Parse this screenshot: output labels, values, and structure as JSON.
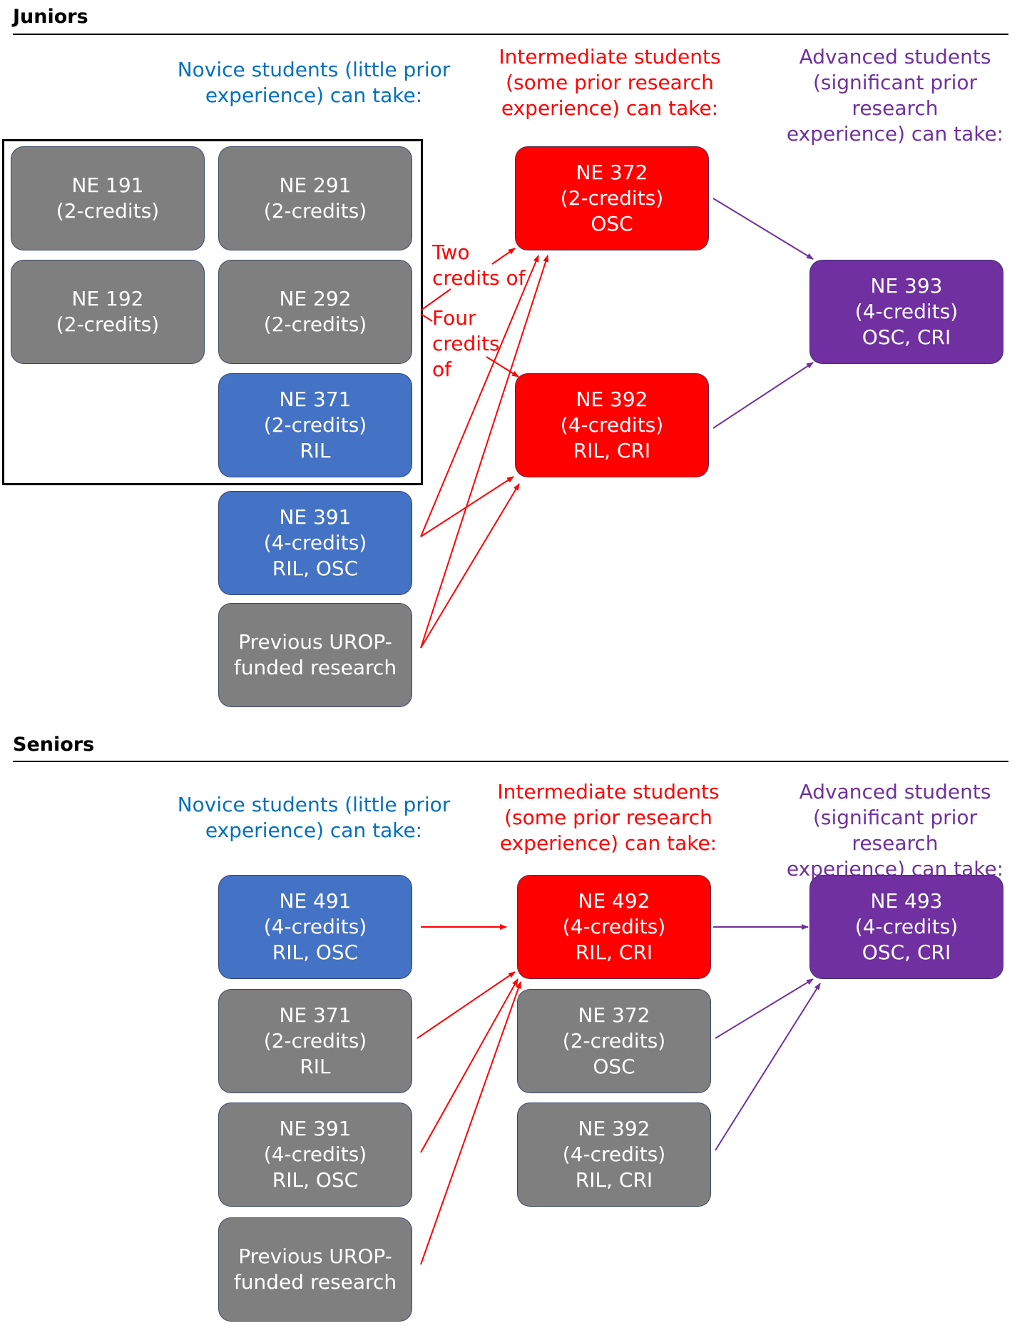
{
  "colors": {
    "novice": "#0070c0",
    "intermediate": "#ff0000",
    "advanced": "#7030a0",
    "box_gray": "#7f7f7f",
    "box_blue": "#4472c4",
    "box_red": "#ff0000",
    "box_purple": "#7030a0"
  },
  "juniors": {
    "title": "Juniors",
    "headers": {
      "novice": "Novice students (little prior\nexperience) can take:",
      "intermediate": "Intermediate students\n(some prior research\nexperience) can take:",
      "advanced": "Advanced students\n(significant prior research\nexperience) can take:"
    },
    "boxes": {
      "ne191": "NE 191\n(2-credits)",
      "ne291": "NE 291\n(2-credits)",
      "ne192": "NE 192\n(2-credits)",
      "ne292": "NE 292\n(2-credits)",
      "ne371": "NE 371\n(2-credits)\nRIL",
      "ne391": "NE 391\n(4-credits)\nRIL, OSC",
      "urop": "Previous UROP-\nfunded research",
      "ne372": "NE 372\n(2-credits)\nOSC",
      "ne392": "NE 392\n(4-credits)\nRIL, CRI",
      "ne393": "NE 393\n(4-credits)\nOSC, CRI"
    },
    "notes": {
      "two_credits": "Two\ncredits of",
      "four_credits": "Four\ncredits\nof"
    }
  },
  "seniors": {
    "title": "Seniors",
    "headers": {
      "novice": "Novice students (little prior\nexperience) can take:",
      "intermediate": "Intermediate students\n(some prior research\nexperience) can take:",
      "advanced": "Advanced students\n(significant prior research\nexperience) can take:"
    },
    "boxes": {
      "ne491": "NE 491\n(4-credits)\nRIL, OSC",
      "ne371": "NE 371\n(2-credits)\nRIL",
      "ne391": "NE 391\n(4-credits)\nRIL, OSC",
      "urop": "Previous UROP-\nfunded research",
      "ne492": "NE 492\n(4-credits)\nRIL, CRI",
      "ne372": "NE 372\n(2-credits)\nOSC",
      "ne392": "NE 392\n(4-credits)\nRIL, CRI",
      "ne493": "NE 493\n(4-credits)\nOSC, CRI"
    }
  }
}
